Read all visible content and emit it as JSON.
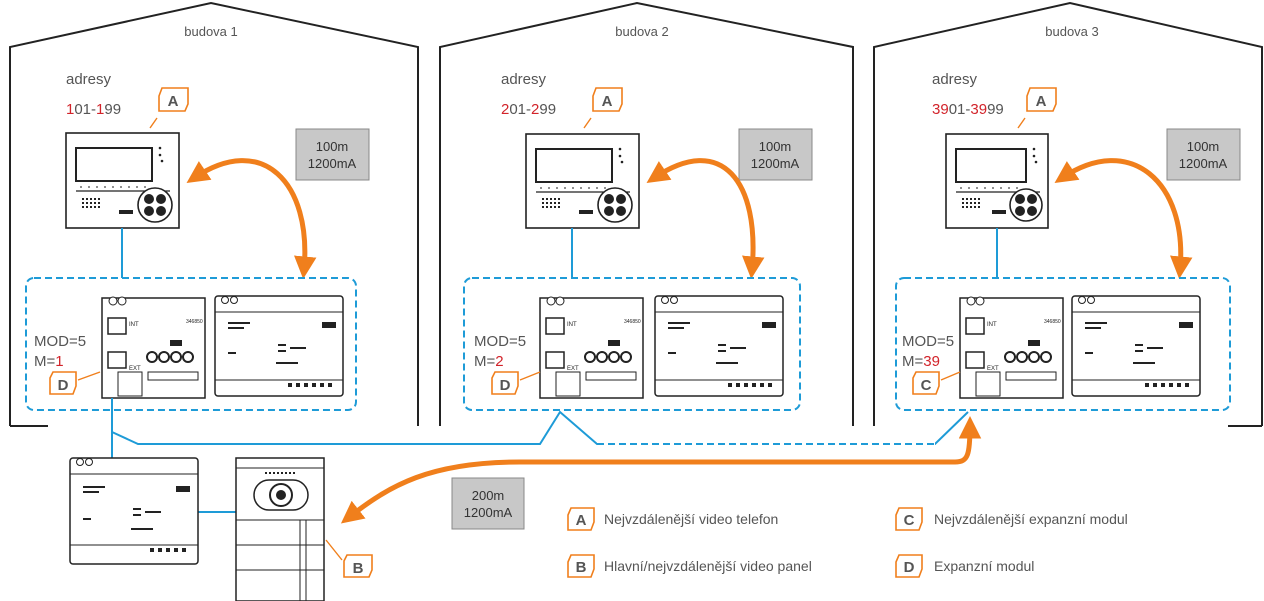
{
  "colors": {
    "accent": "#f07f1c",
    "bus": "#1e9bd7",
    "red": "#d2232a",
    "box": "#c8c8c8",
    "text": "#555555"
  },
  "buildings": [
    {
      "label": "budova 1",
      "addr_label": "adresy",
      "addr_a_red": "1",
      "addr_a_rest": "01",
      "addr_sep": "-",
      "addr_b_red": "1",
      "addr_b_rest": "99",
      "cable_line1": "100m",
      "cable_line2": "1200mA",
      "mod_line": "MOD=5",
      "m_prefix": "M=",
      "m_value": "1",
      "phone_tag": "A",
      "module_tag": "D"
    },
    {
      "label": "budova 2",
      "addr_label": "adresy",
      "addr_a_red": "2",
      "addr_a_rest": "01",
      "addr_sep": "-",
      "addr_b_red": "2",
      "addr_b_rest": "99",
      "cable_line1": "100m",
      "cable_line2": "1200mA",
      "mod_line": "MOD=5",
      "m_prefix": "M=",
      "m_value": "2",
      "phone_tag": "A",
      "module_tag": "D"
    },
    {
      "label": "budova 3",
      "addr_label": "adresy",
      "addr_a_red": "39",
      "addr_a_rest": "01",
      "addr_sep": "-",
      "addr_b_red": "39",
      "addr_b_rest": "99",
      "cable_line1": "100m",
      "cable_line2": "1200mA",
      "mod_line": "MOD=5",
      "m_prefix": "M=",
      "m_value": "39",
      "phone_tag": "A",
      "module_tag": "C"
    }
  ],
  "main_cable": {
    "line1": "200m",
    "line2": "1200mA"
  },
  "panel_tag": "B",
  "legend": [
    {
      "tag": "A",
      "text": "Nejvzdálenější video telefon"
    },
    {
      "tag": "B",
      "text": "Hlavní/nejvzdálenější video panel"
    },
    {
      "tag": "C",
      "text": "Nejvzdálenější expanzní modul"
    },
    {
      "tag": "D",
      "text": "Expanzní modul"
    }
  ]
}
